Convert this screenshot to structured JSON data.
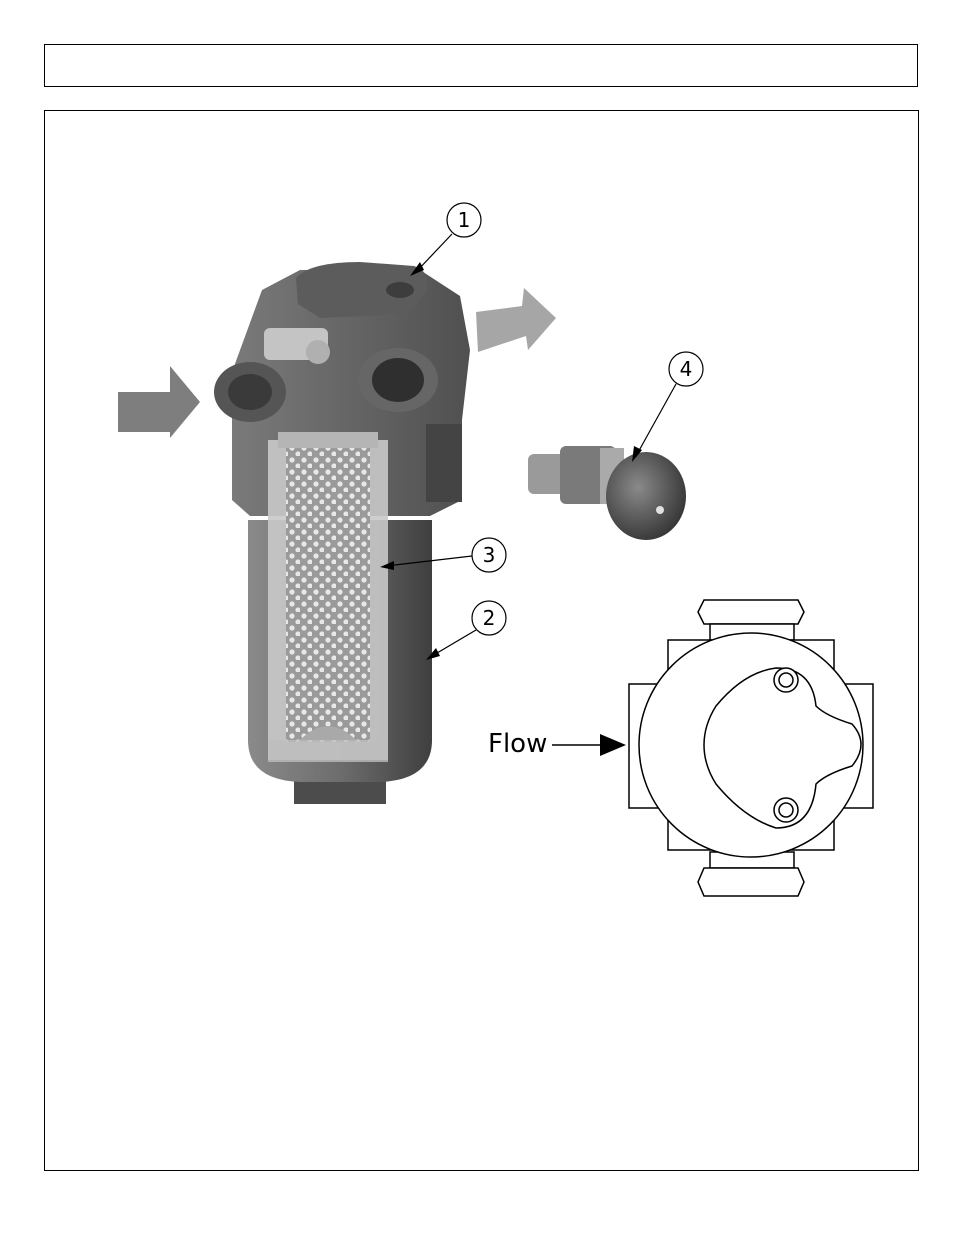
{
  "header": {
    "title": ""
  },
  "callouts": [
    {
      "id": "callout-1",
      "number": "1"
    },
    {
      "id": "callout-2",
      "number": "2"
    },
    {
      "id": "callout-3",
      "number": "3"
    },
    {
      "id": "callout-4",
      "number": "4"
    }
  ],
  "flow_label": "Flow",
  "colors": {
    "housing": "#6b6b6b",
    "housing_dark": "#4a4a4a",
    "arrow_gray": "#8c8c8c",
    "line": "#000000"
  }
}
